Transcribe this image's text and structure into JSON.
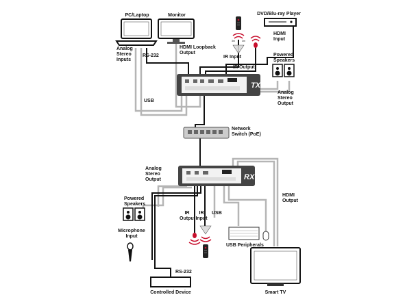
{
  "labels": {
    "pc_laptop": "PC/Laptop",
    "monitor": "Monitor",
    "dvd_player": "DVD/Blu-ray Player",
    "analog_stereo_inputs": "Analog\nStereo\nInputs",
    "rs232_top": "RS-232",
    "hdmi_loopback_output": "HDMI Loopback\nOutput",
    "hdmi_input": "HDMI\nInput",
    "ir_input_top": "IR Input",
    "ir_output_top": "IR Output",
    "powered_speakers_top": "Powered\nSpeakers",
    "usb_top": "USB",
    "analog_stereo_output_top": "Analog\nStereo\nOutput",
    "network_switch": "Network\nSwitch (PoE)",
    "analog_stereo_output_mid": "Analog\nStereo\nOutput",
    "hdmi_output": "HDMI\nOutput",
    "powered_speakers_bottom": "Powered\nSpeakers",
    "ir_output_bottom": "IR\nOutput",
    "ir_input_bottom": "IR\nInput",
    "usb_bottom": "USB",
    "usb_peripherals": "USB Peripherals",
    "microphone_input": "Microphone\nInput",
    "rs232_bottom": "RS-232",
    "controlled_device": "Controlled Device",
    "smart_tv": "Smart TV",
    "tx_tag": "TX",
    "rx_tag": "RX"
  },
  "colors": {
    "device_dark": "#444444",
    "cable_black": "#111111",
    "cable_gray": "#b5b5b5",
    "ir_red": "#c8102e"
  }
}
